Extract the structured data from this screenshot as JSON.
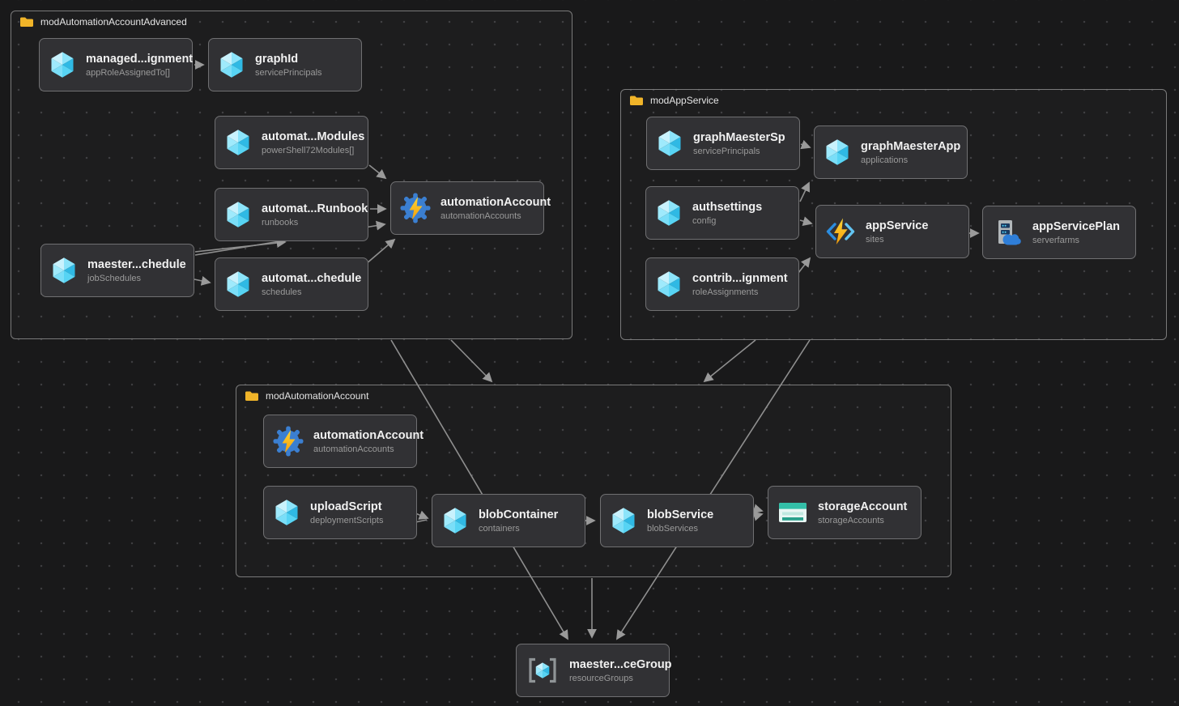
{
  "groups": [
    {
      "label": "modAutomationAccountAdvanced"
    },
    {
      "label": "modAppService"
    },
    {
      "label": "modAutomationAccount"
    }
  ],
  "nodes": [
    {
      "title": "managed...ignment",
      "subtitle": "appRoleAssignedTo[]",
      "icon": "module-cube"
    },
    {
      "title": "graphId",
      "subtitle": "servicePrincipals",
      "icon": "module-cube"
    },
    {
      "title": "automat...Modules",
      "subtitle": "powerShell72Modules[]",
      "icon": "module-cube"
    },
    {
      "title": "automat...Runbook",
      "subtitle": "runbooks",
      "icon": "module-cube"
    },
    {
      "title": "automationAccount",
      "subtitle": "automationAccounts",
      "icon": "automation-account"
    },
    {
      "title": "maester...chedule",
      "subtitle": "jobSchedules",
      "icon": "module-cube"
    },
    {
      "title": "automat...chedule",
      "subtitle": "schedules",
      "icon": "module-cube"
    },
    {
      "title": "graphMaesterSp",
      "subtitle": "servicePrincipals",
      "icon": "module-cube"
    },
    {
      "title": "graphMaesterApp",
      "subtitle": "applications",
      "icon": "module-cube"
    },
    {
      "title": "authsettings",
      "subtitle": "config",
      "icon": "module-cube"
    },
    {
      "title": "appService",
      "subtitle": "sites",
      "icon": "app-service"
    },
    {
      "title": "appServicePlan",
      "subtitle": "serverfarms",
      "icon": "app-service-plan"
    },
    {
      "title": "contrib...ignment",
      "subtitle": "roleAssignments",
      "icon": "module-cube"
    },
    {
      "title": "automationAccount",
      "subtitle": "automationAccounts",
      "icon": "automation-account"
    },
    {
      "title": "uploadScript",
      "subtitle": "deploymentScripts",
      "icon": "module-cube"
    },
    {
      "title": "blobContainer",
      "subtitle": "containers",
      "icon": "module-cube"
    },
    {
      "title": "blobService",
      "subtitle": "blobServices",
      "icon": "module-cube"
    },
    {
      "title": "storageAccount",
      "subtitle": "storageAccounts",
      "icon": "storage-account"
    },
    {
      "title": "maester...ceGroup",
      "subtitle": "resourceGroups",
      "icon": "resource-group"
    }
  ],
  "colors": {
    "canvas_bg": "#19191a",
    "node_bg": "#313134",
    "node_border": "#707072",
    "group_border": "#7a7a7a",
    "edge": "#8f8f8f",
    "folder_yellow": "#f0b429",
    "cube_cyan": "#50d2f2",
    "gear_blue": "#3b7fd1",
    "bolt_yellow": "#fcd535",
    "storage_teal": "#33bfa8"
  }
}
